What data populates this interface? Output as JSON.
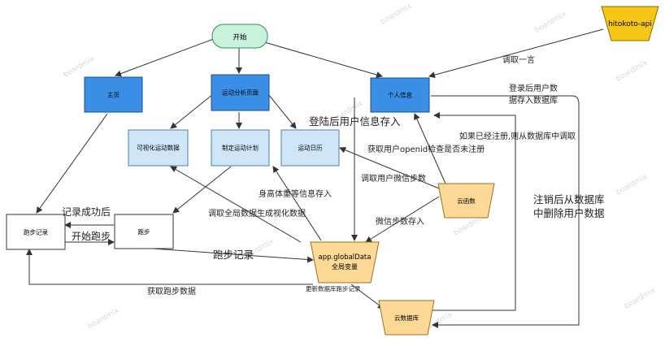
{
  "nodes": {
    "start": "开始",
    "home": "主页",
    "analysis": "运动分析页面",
    "profile": "个人信息",
    "viz": "可视化运动数据",
    "plan": "制定运动计划",
    "calendar": "运动日历",
    "run_record": "跑步记录",
    "run": "跑步",
    "global_line1": "app.globalData",
    "global_line2": "全局变量",
    "cloud_fn": "云函数",
    "cloud_db": "云数据库",
    "hitokoto": "hitokoto-api"
  },
  "labels": {
    "fetch_quote": "调取一言",
    "login_store_line1": "登录后用户数",
    "login_store_line2": "据存入数据库",
    "login_store_user": "登陆后用户信息存入",
    "registered_fetch": "如果已经注册,则从数据库中调取",
    "openid_check": "获取用户openid检查是否未注册",
    "fetch_wechat_steps": "调取用户微信步数",
    "body_info_store": "身高体重等信息存入",
    "fetch_global_viz": "调取全局数据生成视化数据",
    "wechat_steps_store": "微信步数存入",
    "record_success": "记录成功后",
    "start_run": "开始跑步",
    "run_log": "跑步记录",
    "fetch_run_data": "获取跑步数据",
    "update_db_run": "更新数据库跑步记录",
    "logout_line1": "注销后从数据库",
    "logout_line2": "中删除用户数据"
  },
  "watermark": "boardmix",
  "colors": {
    "blue_fill": "#3a8ee6",
    "blue_stroke": "#1b4f8a",
    "light_blue_fill": "#cfe6f7",
    "light_blue_stroke": "#4a7fb0",
    "green_fill": "#c9f2dc",
    "green_stroke": "#2f8f5b",
    "orange_fill": "#fcd996",
    "orange_stroke": "#a07020",
    "yellow_fill": "#f5c518",
    "yellow_stroke": "#8a6d00",
    "white_stroke": "#333333",
    "edge": "#333333"
  }
}
